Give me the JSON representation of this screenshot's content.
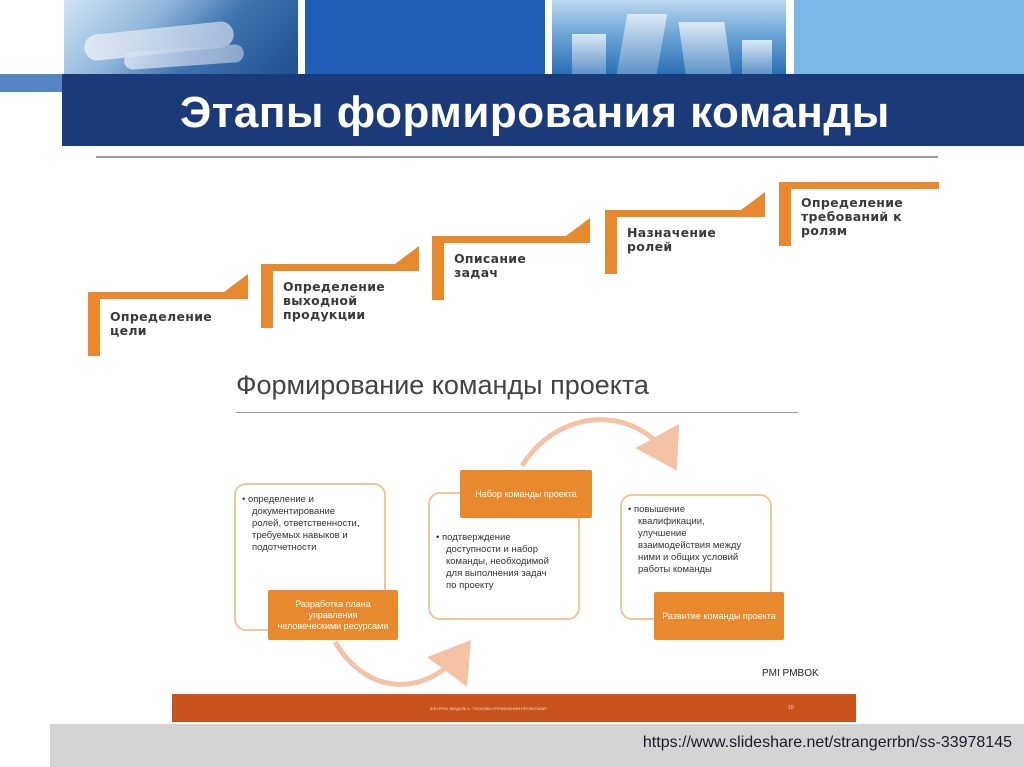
{
  "slide": {
    "title": "Этапы формирования команды"
  },
  "steps": [
    {
      "label_lines": [
        "Определение",
        "цели"
      ]
    },
    {
      "label_lines": [
        "Определение",
        "выходной",
        "продукции"
      ]
    },
    {
      "label_lines": [
        "Описание",
        "задач"
      ]
    },
    {
      "label_lines": [
        "Назначение",
        "ролей"
      ]
    },
    {
      "label_lines": [
        "Определение",
        "требований к",
        "ролям"
      ]
    }
  ],
  "diagram": {
    "title": "Формирование команды проекта",
    "left_box": {
      "bullet_lines": [
        "определение и",
        "документирование",
        "ролей, ответственности,",
        "требуемых навыков и",
        "подотчетности"
      ],
      "tag_lines": [
        "Разработка плана",
        "управления",
        "человеческими ресурсами"
      ]
    },
    "middle_box": {
      "tag": "Набор команды проекта",
      "bullet_lines": [
        "подтверждение",
        "доступности и набор",
        "команды, необходимой",
        "для выполнения задач",
        "по проекту"
      ]
    },
    "right_box": {
      "bullet_lines": [
        "повышение",
        "квалификации,",
        "улучшение",
        "взаимодействия между",
        "ними и общих условий",
        "работы команды"
      ],
      "tag": "Развитие команды проекта"
    },
    "source": "PMI PMBOK",
    "footer_text": "IEEI-PPM, МОДУЛЬ 1. \"ОСНОВЫ УПРАВЛЕНИЯ ПРОЕКТАМИ\"",
    "footer_page": "10"
  },
  "source_url": "https://www.slideshare.net/strangerrbn/ss-33978145",
  "colors": {
    "title_bar": "#1b3a7a",
    "accent_orange": "#e8892d",
    "footer_orange": "#c9541e"
  }
}
